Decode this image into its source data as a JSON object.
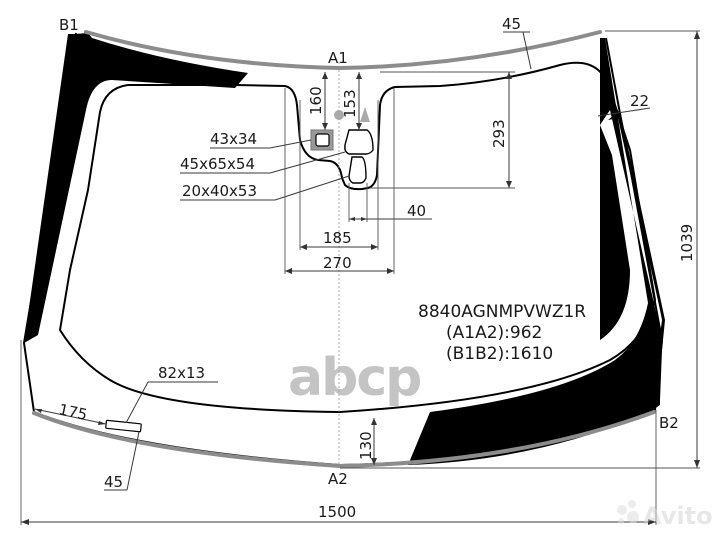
{
  "diagram": {
    "type": "windshield-technical-drawing",
    "part_code": "8840AGNMPVWZ1R",
    "specs": [
      {
        "key": "(A1A2)",
        "value": "962",
        "text": "(A1A2):962"
      },
      {
        "key": "(B1B2)",
        "value": "1610",
        "text": "(B1B2):1610"
      }
    ],
    "points": {
      "a1": "A1",
      "a2": "A2",
      "b1": "B1",
      "b2": "B2"
    },
    "dimensions": {
      "overall_width": "1500",
      "overall_height": "1039",
      "top_edge_margin": "45",
      "side_band": "22",
      "mirror_zone_height": "293",
      "sensor_offset_160": "160",
      "sensor_offset_153": "153",
      "zone_width_185": "185",
      "zone_width_270": "270",
      "zone_offset_40": "40",
      "bottom_band_130": "130",
      "vin_window_offset_175": "175",
      "vin_window_bottom_45": "45"
    },
    "callouts": {
      "sensor_1": "43x34",
      "sensor_2": "45x65x54",
      "sensor_3": "20x40x53",
      "vin_window": "82x13"
    },
    "colors": {
      "frit": "#000000",
      "edge": "#8c8c8c",
      "watermark": "#c4c4c4",
      "dimension_lines": "#3a3a3a"
    },
    "watermarks": {
      "brand": "abcp",
      "marketplace": "Avito"
    }
  }
}
